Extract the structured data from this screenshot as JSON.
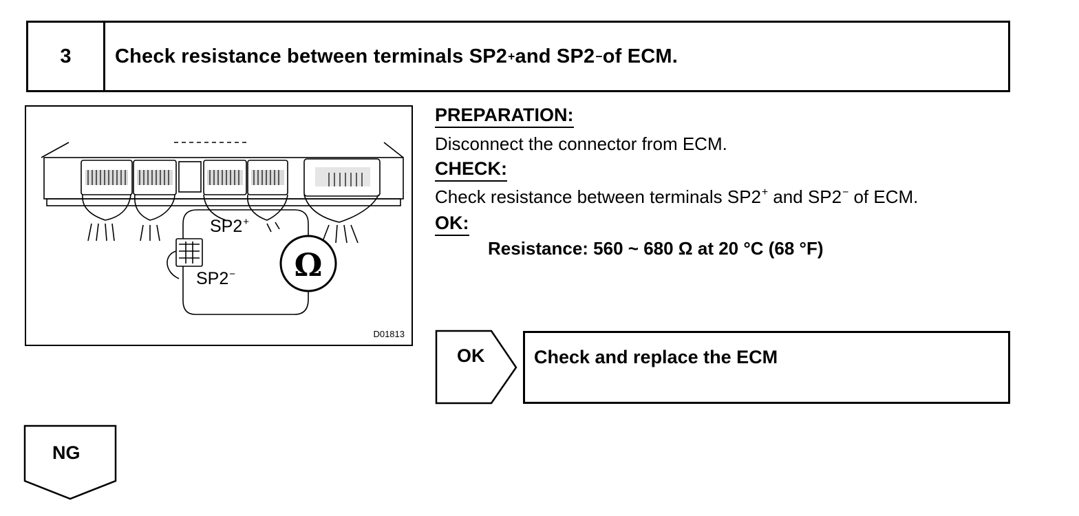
{
  "step": {
    "number": "3",
    "title_a": "Check resistance between terminals SP2",
    "plus": "+",
    "title_b": " and SP2",
    "minus": "−",
    "title_c": " of ECM."
  },
  "figure": {
    "code": "D01813",
    "label_plus_base": "SP2",
    "label_plus_sign": "+",
    "label_minus_base": "SP2",
    "label_minus_sign": "−",
    "meter_symbol": "Ω"
  },
  "instructions": {
    "preparation_header": "PREPARATION:",
    "preparation_text": "Disconnect the connector from ECM.",
    "check_header": "CHECK:",
    "check_a": "Check resistance between terminals SP2",
    "check_plus": "+",
    "check_b": " and SP2",
    "check_minus": "−",
    "check_c": " of ECM.",
    "ok_header": "OK:",
    "result": "Resistance: 560 ~ 680 Ω at 20 °C (68 °F)"
  },
  "ok_branch": {
    "label": "OK",
    "action": "Check and replace the ECM"
  },
  "ng_branch": {
    "label": "NG"
  }
}
